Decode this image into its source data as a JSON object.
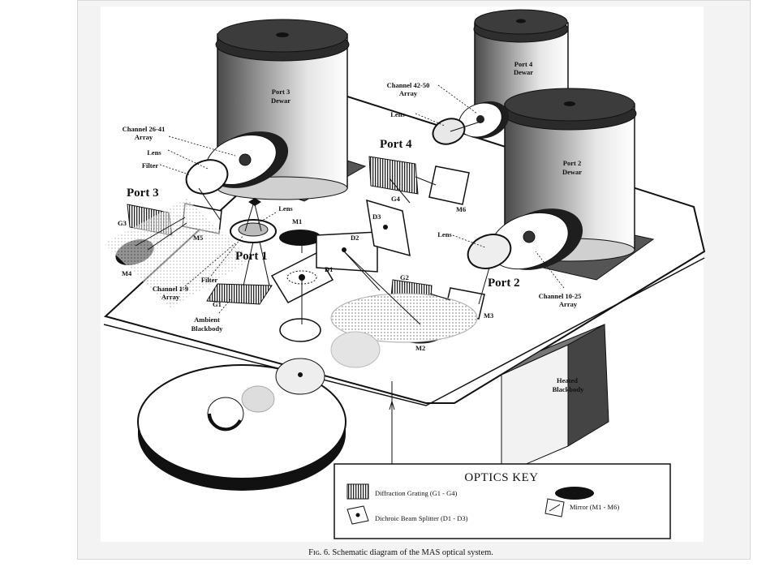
{
  "figure": {
    "caption": "Fɪɢ. 6. Schematic diagram of the MAS optical system."
  },
  "labels": {
    "port1": "Port 1",
    "port2": "Port 2",
    "port3": "Port 3",
    "port4": "Port 4",
    "port3_dewar": [
      "Port 3",
      "Dewar"
    ],
    "port4_dewar": [
      "Port 4",
      "Dewar"
    ],
    "port2_dewar": [
      "Port 2",
      "Dewar"
    ],
    "channel_26_41": [
      "Channel 26-41",
      "Array"
    ],
    "channel_42_50": [
      "Channel 42-50",
      "Array"
    ],
    "channel_10_25": [
      "Channel 10-25",
      "Array"
    ],
    "channel_1_9": [
      "Channel 1-9",
      "Array"
    ],
    "lens": "Lens",
    "filter": "Filter",
    "ambient_blackbody": [
      "Ambient",
      "Blackbody"
    ],
    "heated_blackbody": [
      "Heated",
      "Blackbody"
    ],
    "g1": "G1",
    "g2": "G2",
    "g3": "G3",
    "g4": "G4",
    "m1": "M1",
    "m2": "M2",
    "m3": "M3",
    "m4": "M4",
    "m5": "M5",
    "m6": "M6",
    "d1": "D1",
    "d2": "D2",
    "d3": "D3"
  },
  "optics_key": {
    "title": "OPTICS KEY",
    "grating": "Diffraction Grating (G1 - G4)",
    "mirror": "Mirror (M1 - M6)",
    "splitter": "Dichroic Beam Splitter (D1 - D3)"
  }
}
